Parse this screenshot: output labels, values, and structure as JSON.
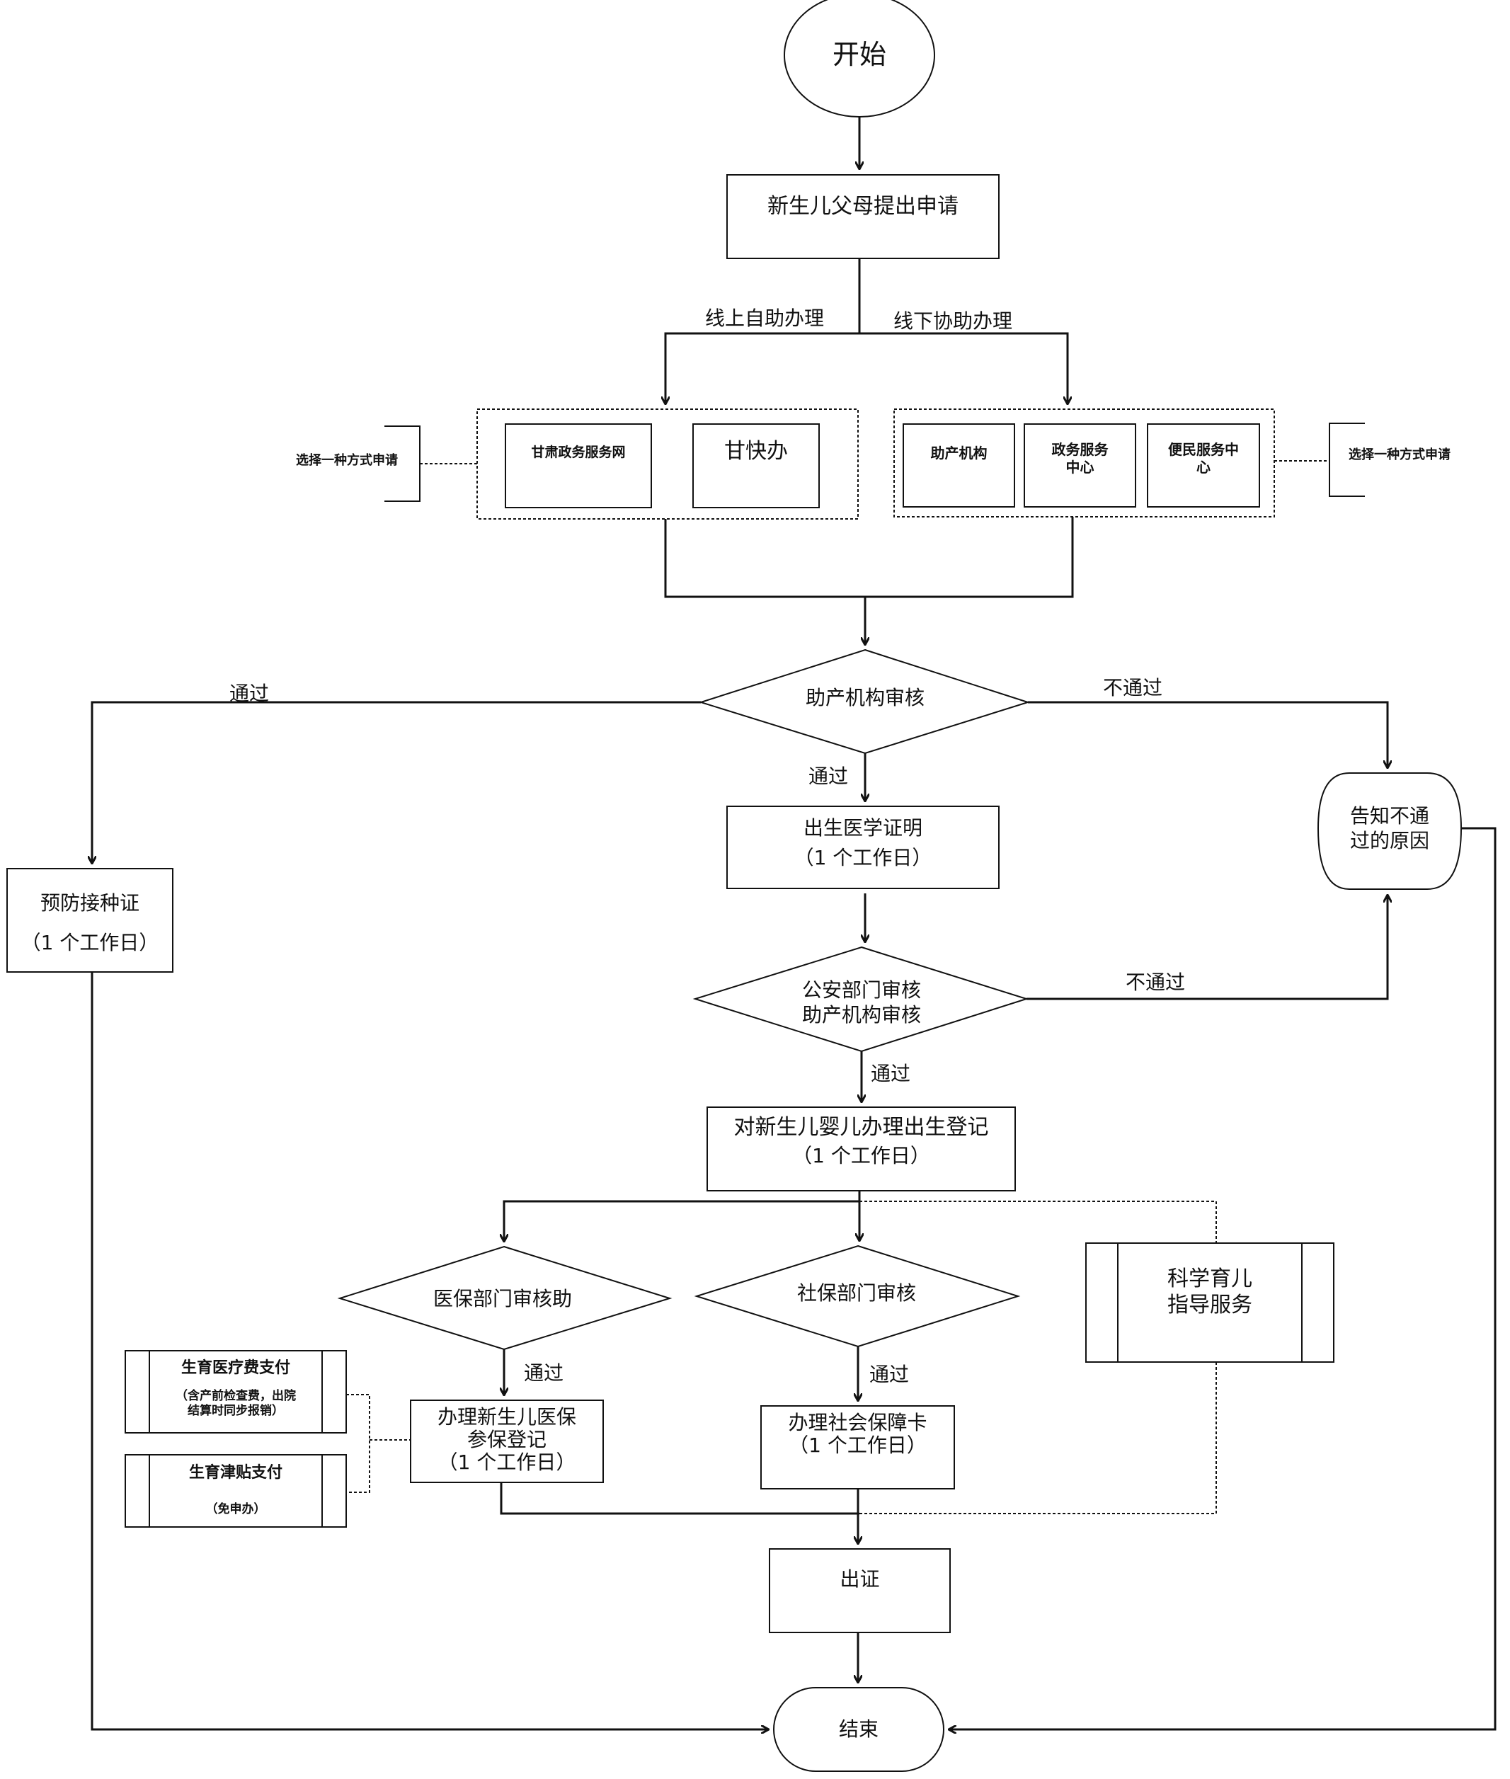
{
  "nodes": {
    "start": "开始",
    "apply": "新生儿父母提出申请",
    "online_site": "甘肃政务服务网",
    "online_app": "甘快办",
    "offline_midwife": "助产机构",
    "offline_gov": "政务服务\n中心",
    "offline_conv": "便民服务中\n心",
    "audit_midwife": "助产机构审核",
    "birth_cert_title": "出生医学证明",
    "birth_cert_days": "（1 个工作日）",
    "notify_fail": "告知不通\n过的原因",
    "vaccine_title": "预防接种证",
    "vaccine_days": "（1 个工作日）",
    "audit_police": "公安部门审核\n助产机构审核",
    "register_title": "对新生儿婴儿办理出生登记",
    "register_days": "（1 个工作日）",
    "audit_medical": "医保部门审核助",
    "audit_social": "社保部门审核",
    "parenting": "科学育儿\n指导服务",
    "medical_enroll": "办理新生儿医保\n参保登记\n（1 个工作日）",
    "social_card": "办理社会保障卡\n（1 个工作日）",
    "maternity_pay_title": "生育医疗费支付",
    "maternity_pay_note": "（含产前检查费，出院\n结算时同步报销）",
    "allowance_title": "生育津贴支付",
    "allowance_note": "（免申办）",
    "issue": "出证",
    "end": "结束"
  },
  "edge_labels": {
    "online": "线上自助办理",
    "offline": "线下协助办理",
    "choose_left": "选择一种方式申请",
    "choose_right": "选择一种方式申请",
    "pass_left": "通过",
    "fail_top": "不通过",
    "pass_mid": "通过",
    "fail_police": "不通过",
    "pass_police": "通过",
    "pass_medical": "通过",
    "pass_social": "通过"
  },
  "colors": {
    "line": "#111111",
    "background": "#ffffff"
  }
}
